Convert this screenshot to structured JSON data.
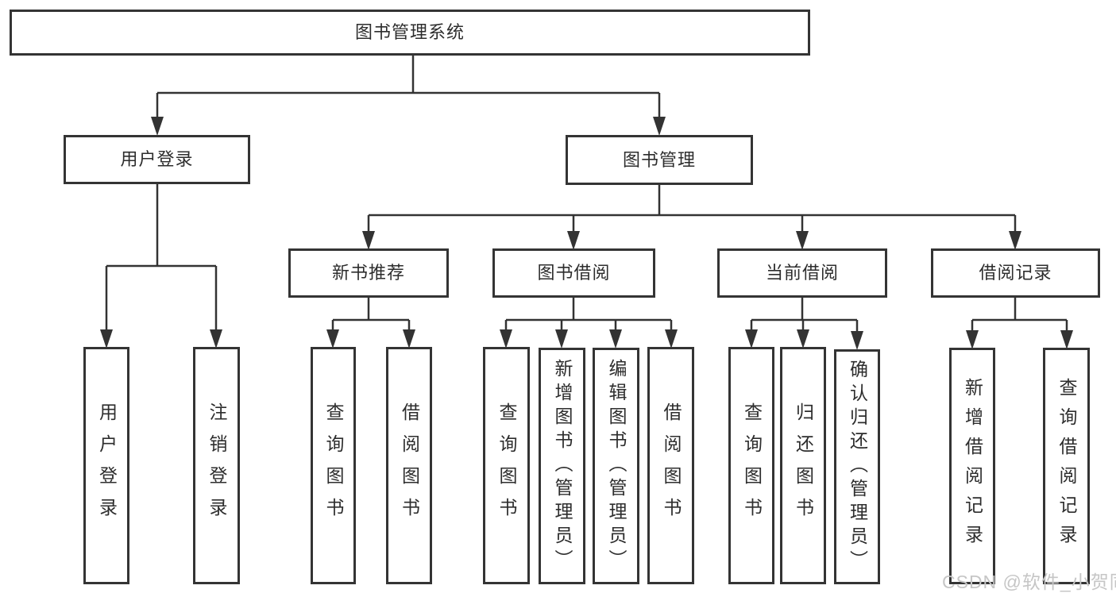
{
  "diagram": {
    "root": {
      "label": "图书管理系统"
    },
    "branches": [
      {
        "label": "用户登录",
        "children": [
          "用户登录",
          "注销登录"
        ]
      },
      {
        "label": "图书管理",
        "sections": [
          {
            "label": "新书推荐",
            "children": [
              "查询图书",
              "借阅图书"
            ]
          },
          {
            "label": "图书借阅",
            "children": [
              "查询图书",
              "新增图书（管理员）",
              "编辑图书（管理员）",
              "借阅图书"
            ]
          },
          {
            "label": "当前借阅",
            "children": [
              "查询图书",
              "归还图书",
              "确认归还（管理员）"
            ]
          },
          {
            "label": "借阅记录",
            "children": [
              "新增借阅记录",
              "查询借阅记录"
            ]
          }
        ]
      }
    ]
  },
  "watermark": {
    "text": "CSDN @软件_小贺同学"
  },
  "colors": {
    "line": "#333333",
    "box_border": "#343434",
    "box_bg": "#ffffff",
    "text": "#2d2d2d",
    "watermark": "#c6c6c6",
    "background": "#ffffff"
  }
}
